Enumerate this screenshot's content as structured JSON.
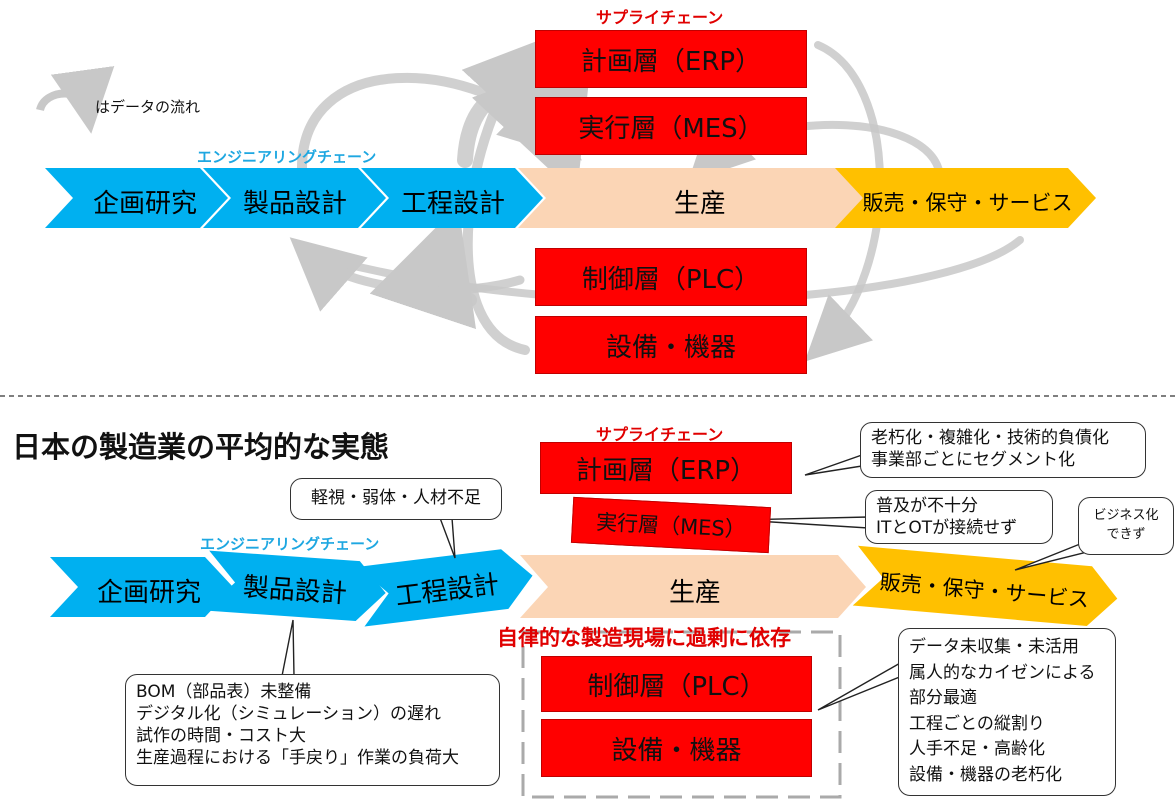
{
  "top": {
    "legend_text": "はデータの流れ",
    "engineering_chain": "エンジニアリングチェーン",
    "supply_chain": "サプライチェーン",
    "chevrons": [
      "企画研究",
      "製品設計",
      "工程設計",
      "生産",
      "販売・保守・サービス"
    ],
    "layers": [
      "計画層（ERP）",
      "実行層（MES）",
      "制御層（PLC）",
      "設備・機器"
    ]
  },
  "bottom": {
    "heading": "日本の製造業の平均的な実態",
    "engineering_chain": "エンジニアリングチェーン",
    "supply_chain": "サプライチェーン",
    "chevrons": [
      "企画研究",
      "製品設計",
      "工程設計",
      "生産",
      "販売・保守・サービス"
    ],
    "layers": [
      "計画層（ERP）",
      "実行層（MES）",
      "制御層（PLC）",
      "設備・機器"
    ],
    "emphasis": "自律的な製造現場に過剰に依存",
    "callout_design": "軽視・弱体・人材不足",
    "callout_erp": [
      "老朽化・複雑化・技術的負債化",
      "事業部ごとにセグメント化"
    ],
    "callout_mes": [
      "普及が不十分",
      "ITとOTが接続せず"
    ],
    "callout_sales": [
      "ビジネス化",
      "できず"
    ],
    "callout_bom": [
      "BOM（部品表）未整備",
      "デジタル化（シミュレーション）の遅れ",
      "試作の時間・コスト大",
      "生産過程における「手戻り」作業の負荷大"
    ],
    "callout_factory": [
      "データ未収集・未活用",
      "属人的なカイゼンによる",
      "部分最適",
      "工程ごとの縦割り",
      "人手不足・高齢化",
      "設備・機器の老朽化"
    ]
  },
  "colors": {
    "engineering_blue": "#00b0f0",
    "production_peach": "#fbd5b5",
    "sales_orange": "#ffc000",
    "layer_red": "#ff0000",
    "flow_arrow_gray": "#bfbfbf"
  }
}
